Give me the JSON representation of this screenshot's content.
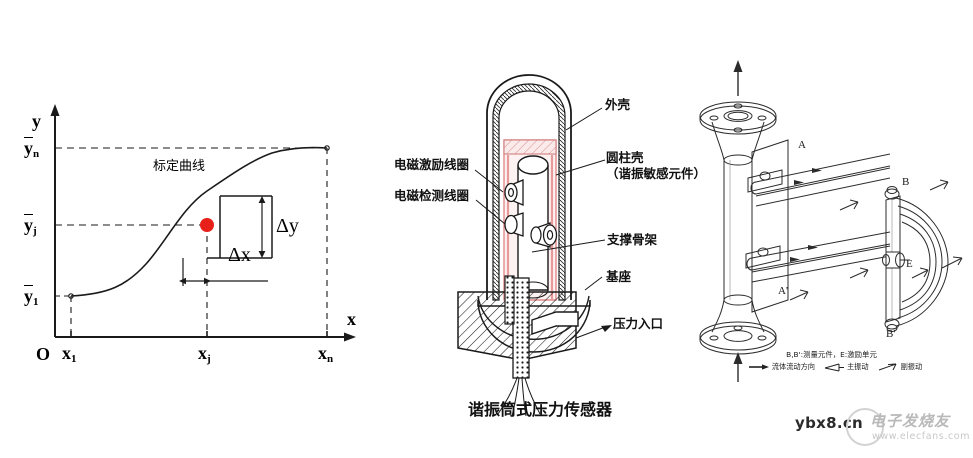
{
  "chart": {
    "name": "calibration-curve-chart",
    "y_axis_label": "y",
    "x_axis_label": "x",
    "origin_label": "O",
    "y_ticks": [
      {
        "base": "y",
        "sub": "n",
        "overbar": true
      },
      {
        "base": "y",
        "sub": "j",
        "overbar": true
      },
      {
        "base": "y",
        "sub": "1",
        "overbar": true
      }
    ],
    "x_ticks": [
      {
        "base": "x",
        "sub": "1"
      },
      {
        "base": "x",
        "sub": "j"
      },
      {
        "base": "x",
        "sub": "n"
      }
    ],
    "curve_label": "标定曲线",
    "delta_y_label": "Δy",
    "delta_x_label": "Δx",
    "point_color": "#e8201a",
    "curve_color": "#1a1a1a"
  },
  "chart_data": {
    "type": "line",
    "title": "标定曲线",
    "xlabel": "x",
    "ylabel": "y",
    "xlim": [
      0,
      10
    ],
    "ylim": [
      0,
      10
    ],
    "grid": false,
    "legend": "none",
    "categories": [
      "x1",
      "xj",
      "xn"
    ],
    "series": [
      {
        "name": "标定曲线",
        "x": [
          1.0,
          1.8,
          2.6,
          3.4,
          4.2,
          5.0,
          5.8,
          6.6,
          7.4,
          8.2,
          9.0
        ],
        "y": [
          1.0,
          1.12,
          1.45,
          2.1,
          3.3,
          4.85,
          6.4,
          7.6,
          8.35,
          8.75,
          8.9
        ]
      }
    ],
    "annotations": [
      {
        "label": "Δy",
        "type": "vertical-extent"
      },
      {
        "label": "Δx",
        "type": "horizontal-extent"
      },
      {
        "label": "operating-point",
        "x": 4.6,
        "y": 4.2,
        "color": "#e8201a"
      }
    ],
    "x_tick_labels": [
      "O",
      "x1",
      "xj",
      "xn"
    ],
    "y_tick_labels": [
      "y1",
      "yj",
      "yn"
    ]
  },
  "sensor": {
    "caption": "谐振筒式压力传感器",
    "labels": {
      "housing": "外壳",
      "cylinder_shell_line1": "圆柱壳",
      "cylinder_shell_line2": "（谐振敏感元件）",
      "excitation_coil": "电磁激励线圈",
      "detection_coil": "电磁检测线圈",
      "support_frame": "支撑骨架",
      "base": "基座",
      "pressure_inlet": "压力入口"
    },
    "colors": {
      "shell_pink": "#f2a9a9",
      "shell_fill": "#fbe8e8",
      "outline": "#1a1a1a"
    }
  },
  "flowmeter": {
    "point_labels": [
      "A",
      "A'",
      "B",
      "B'",
      "E"
    ],
    "legend_line1": "B,B':测量元件，E:激励单元",
    "legend_items": [
      {
        "label": "流体流动方向",
        "marker": "solid-arrow"
      },
      {
        "label": "主振动",
        "marker": "open-arrow-left"
      },
      {
        "label": "副振动",
        "marker": "open-arrow-right"
      }
    ]
  },
  "watermarks": {
    "ybx8": "ybx8.cn",
    "elecfans_cn": "电子发烧友",
    "elecfans_url": "www.elecfans.com"
  }
}
